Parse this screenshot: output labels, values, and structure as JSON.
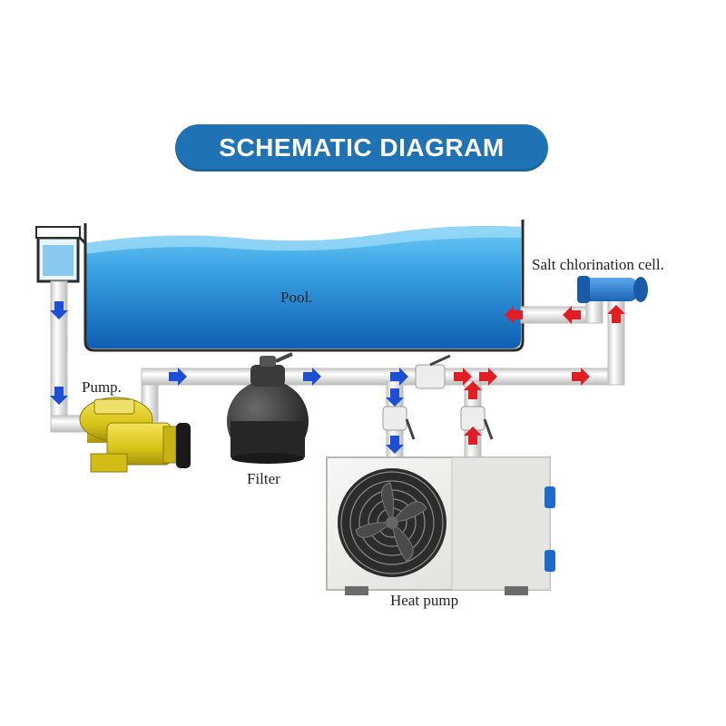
{
  "title": "SCHEMATIC DIAGRAM",
  "labels": {
    "pool": "Pool.",
    "pump": "Pump.",
    "filter": "Filter",
    "heat_pump": "Heat pump",
    "salt_cell": "Salt chlorination cell."
  },
  "colors": {
    "title_bg": "#1f73b4",
    "water_top": "#56b9ee",
    "water_bottom": "#1466b8",
    "pump_yellow": "#e1cd1f",
    "flow_cold": "#1c4fd4",
    "flow_hot": "#e01e26",
    "salt_cell": "#2a84d8",
    "pipe": "#f2f2f2"
  }
}
